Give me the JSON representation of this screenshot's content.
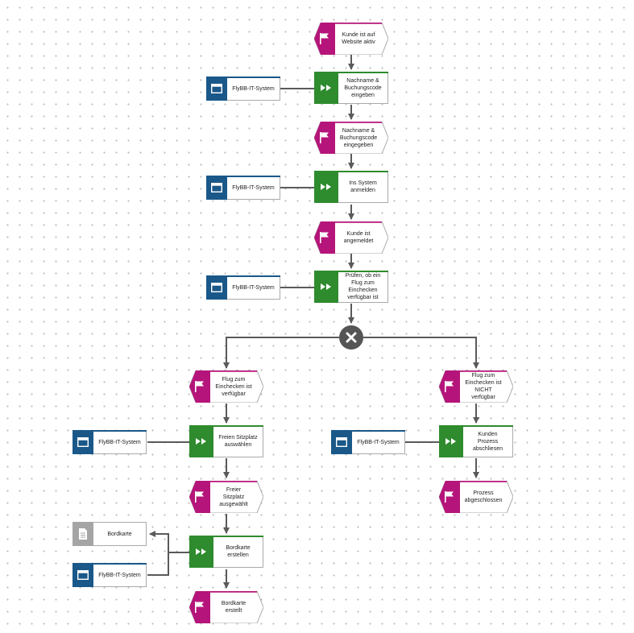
{
  "colors": {
    "event": "#b5157a",
    "function": "#2e8b2e",
    "system": "#1a5889",
    "document": "#a5a5a5",
    "connector": "#5a5a5a",
    "gateway": "#555555"
  },
  "events": {
    "kunde_aktiv": "Kunde ist auf Website aktiv",
    "eingegeben": "Nachname & Buchungscode eingegeben",
    "angemeldet": "Kunde ist angemeldet",
    "flug_verfuegbar": "Flug zum Einchecken ist verfügbar",
    "flug_nicht_verfuegbar": "Flug zum Einchecken ist NICHT verfügbar",
    "sitzplatz_ausgewaehlt": "Freier Sitzplatz ausgewählt",
    "prozess_abgeschlossen": "Prozess abgeschlossen",
    "bordkarte_erstellt": "Bordkarte erstellt"
  },
  "functions": {
    "eingeben": "Nachname & Buchungscode eingeben",
    "anmelden": "Ins System anmelden",
    "pruefen": "Prüfen, ob ein Flug zum Einchecken verfügbar ist",
    "sitzplatz_waehlen": "Freien Sitzplatz auswählen",
    "abschliessen": "Kunden Prozess abschliesen",
    "bordkarte_erstellen": "Bordkarte erstellen"
  },
  "systems": {
    "s1": "FlyBB-IT-System",
    "s2": "FlyBB-IT-System",
    "s3": "FlyBB-IT-System",
    "s4": "FlyBB-IT-System",
    "s5": "FlyBB-IT-System",
    "s6": "FlyBB-IT-System"
  },
  "documents": {
    "bordkarte": "Bordkarte"
  },
  "icons": {
    "event": "flag-icon",
    "function": "fast-forward-icon",
    "system": "window-icon",
    "document": "document-icon",
    "gateway": "xor-close-icon"
  }
}
